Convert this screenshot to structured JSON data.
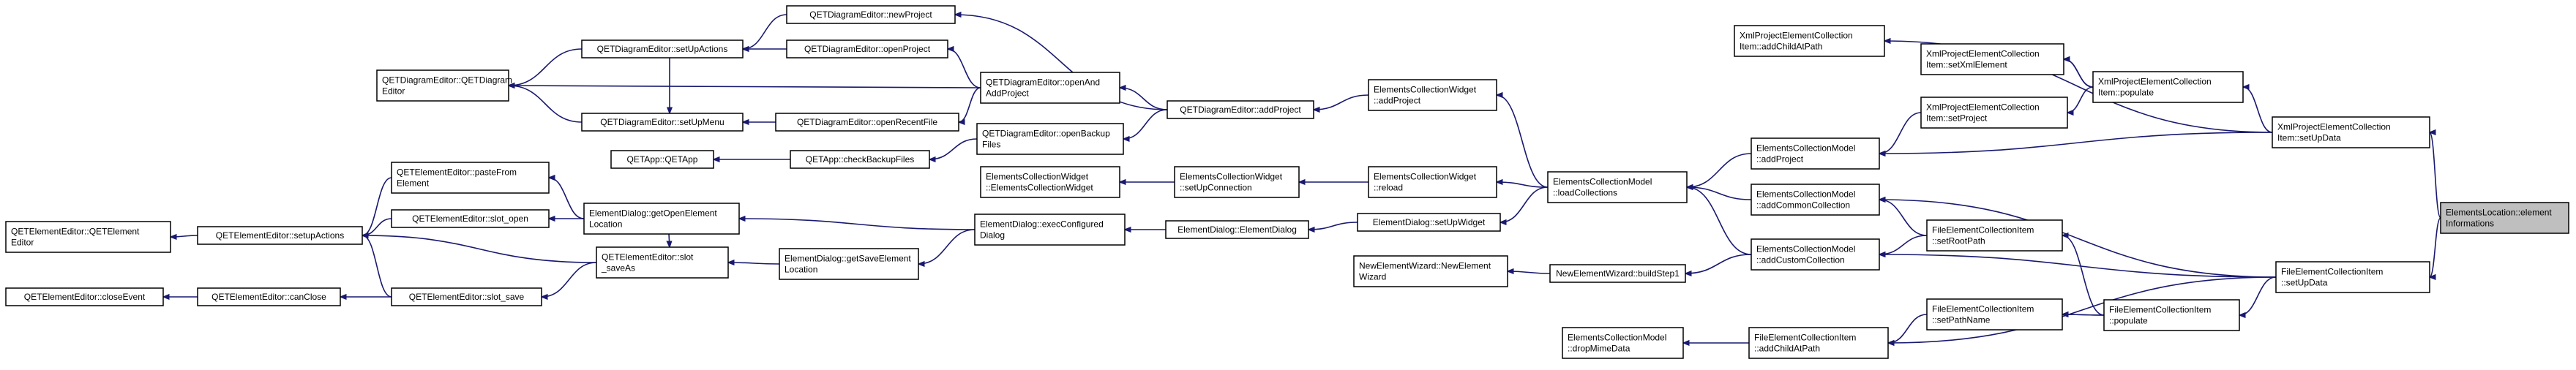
{
  "graph": {
    "colors": {
      "edge": "#191970",
      "node_border": "#000000",
      "selected_fill": "#bfbfbf",
      "background": "#ffffff"
    },
    "nodes": [
      {
        "id": "n1",
        "lines": [
          "QETDiagramEditor::newProject"
        ]
      },
      {
        "id": "n2",
        "lines": [
          "QETDiagramEditor::setUpActions"
        ]
      },
      {
        "id": "n3",
        "lines": [
          "QETDiagramEditor::openProject"
        ]
      },
      {
        "id": "n4",
        "lines": [
          "QETDiagramEditor::QETDiagram",
          "Editor"
        ]
      },
      {
        "id": "n5",
        "lines": [
          "QETDiagramEditor::openAnd",
          "AddProject"
        ]
      },
      {
        "id": "n6",
        "lines": [
          "QETDiagramEditor::setUpMenu"
        ]
      },
      {
        "id": "n7",
        "lines": [
          "QETDiagramEditor::openRecentFile"
        ]
      },
      {
        "id": "n8",
        "lines": [
          "QETDiagramEditor::addProject"
        ]
      },
      {
        "id": "n9",
        "lines": [
          "QETDiagramEditor::openBackup",
          "Files"
        ]
      },
      {
        "id": "n10",
        "lines": [
          "QETApp::QETApp"
        ]
      },
      {
        "id": "n11",
        "lines": [
          "QETApp::checkBackupFiles"
        ]
      },
      {
        "id": "n12",
        "lines": [
          "ElementsCollectionWidget",
          "::addProject"
        ]
      },
      {
        "id": "n13",
        "lines": [
          "QETElementEditor::pasteFrom",
          "Element"
        ]
      },
      {
        "id": "n14",
        "lines": [
          "QETElementEditor::slot_open"
        ]
      },
      {
        "id": "n15",
        "lines": [
          "ElementsCollectionWidget",
          "::ElementsCollectionWidget"
        ]
      },
      {
        "id": "n16",
        "lines": [
          "ElementsCollectionWidget",
          "::setUpConnection"
        ]
      },
      {
        "id": "n17",
        "lines": [
          "ElementsCollectionWidget",
          "::reload"
        ]
      },
      {
        "id": "n18",
        "lines": [
          "QETElementEditor::QETElement",
          "Editor"
        ]
      },
      {
        "id": "n19",
        "lines": [
          "QETElementEditor::setupActions"
        ]
      },
      {
        "id": "n20",
        "lines": [
          "ElementDialog::getOpenElement",
          "Location"
        ]
      },
      {
        "id": "n21",
        "lines": [
          "ElementDialog::execConfigured",
          "Dialog"
        ]
      },
      {
        "id": "n22",
        "lines": [
          "ElementDialog::ElementDialog"
        ]
      },
      {
        "id": "n23",
        "lines": [
          "ElementDialog::setUpWidget"
        ]
      },
      {
        "id": "n24",
        "lines": [
          "QETElementEditor::slot",
          "_saveAs"
        ]
      },
      {
        "id": "n25",
        "lines": [
          "ElementDialog::getSaveElement",
          "Location"
        ]
      },
      {
        "id": "n26",
        "lines": [
          "QETElementEditor::closeEvent"
        ]
      },
      {
        "id": "n27",
        "lines": [
          "QETElementEditor::canClose"
        ]
      },
      {
        "id": "n28",
        "lines": [
          "QETElementEditor::slot_save"
        ]
      },
      {
        "id": "n29",
        "lines": [
          "ElementsCollectionModel",
          "::loadCollections"
        ]
      },
      {
        "id": "n30",
        "lines": [
          "ElementsCollectionModel",
          "::addProject"
        ]
      },
      {
        "id": "n31",
        "lines": [
          "ElementsCollectionModel",
          "::addCommonCollection"
        ]
      },
      {
        "id": "n32",
        "lines": [
          "ElementsCollectionModel",
          "::addCustomCollection"
        ]
      },
      {
        "id": "n33",
        "lines": [
          "NewElementWizard::NewElement",
          "Wizard"
        ]
      },
      {
        "id": "n34",
        "lines": [
          "NewElementWizard::buildStep1"
        ]
      },
      {
        "id": "n35",
        "lines": [
          "ElementsCollectionModel",
          "::dropMimeData"
        ]
      },
      {
        "id": "n36",
        "lines": [
          "FileElementCollectionItem",
          "::addChildAtPath"
        ]
      },
      {
        "id": "n37",
        "lines": [
          "XmlProjectElementCollection",
          "Item::addChildAtPath"
        ]
      },
      {
        "id": "n38",
        "lines": [
          "XmlProjectElementCollection",
          "Item::setXmlElement"
        ]
      },
      {
        "id": "n39",
        "lines": [
          "XmlProjectElementCollection",
          "Item::setProject"
        ]
      },
      {
        "id": "n40",
        "lines": [
          "XmlProjectElementCollection",
          "Item::populate"
        ]
      },
      {
        "id": "n41",
        "lines": [
          "XmlProjectElementCollection",
          "Item::setUpData"
        ]
      },
      {
        "id": "n42",
        "lines": [
          "FileElementCollectionItem",
          "::setRootPath"
        ]
      },
      {
        "id": "n43",
        "lines": [
          "FileElementCollectionItem",
          "::setPathName"
        ]
      },
      {
        "id": "n44",
        "lines": [
          "FileElementCollectionItem",
          "::populate"
        ]
      },
      {
        "id": "n45",
        "lines": [
          "FileElementCollectionItem",
          "::setUpData"
        ]
      },
      {
        "id": "n46",
        "lines": [
          "ElementsLocation::element",
          "Informations"
        ],
        "selected": true
      }
    ],
    "edges": [
      [
        "n2",
        "n1"
      ],
      [
        "n2",
        "n3"
      ],
      [
        "n4",
        "n2"
      ],
      [
        "n4",
        "n5"
      ],
      [
        "n4",
        "n6"
      ],
      [
        "n6",
        "n2"
      ],
      [
        "n6",
        "n7"
      ],
      [
        "n3",
        "n5"
      ],
      [
        "n7",
        "n5"
      ],
      [
        "n1",
        "n8"
      ],
      [
        "n5",
        "n8"
      ],
      [
        "n9",
        "n8"
      ],
      [
        "n10",
        "n11"
      ],
      [
        "n11",
        "n9"
      ],
      [
        "n8",
        "n12"
      ],
      [
        "n12",
        "n29"
      ],
      [
        "n15",
        "n16"
      ],
      [
        "n16",
        "n17"
      ],
      [
        "n17",
        "n29"
      ],
      [
        "n18",
        "n19"
      ],
      [
        "n19",
        "n13"
      ],
      [
        "n19",
        "n14"
      ],
      [
        "n19",
        "n24"
      ],
      [
        "n19",
        "n28"
      ],
      [
        "n13",
        "n20"
      ],
      [
        "n14",
        "n20"
      ],
      [
        "n20",
        "n21"
      ],
      [
        "n24",
        "n20"
      ],
      [
        "n24",
        "n25"
      ],
      [
        "n25",
        "n21"
      ],
      [
        "n26",
        "n27"
      ],
      [
        "n27",
        "n28"
      ],
      [
        "n28",
        "n24"
      ],
      [
        "n21",
        "n22"
      ],
      [
        "n22",
        "n23"
      ],
      [
        "n23",
        "n29"
      ],
      [
        "n29",
        "n30"
      ],
      [
        "n29",
        "n31"
      ],
      [
        "n29",
        "n32"
      ],
      [
        "n33",
        "n34"
      ],
      [
        "n34",
        "n32"
      ],
      [
        "n30",
        "n39"
      ],
      [
        "n30",
        "n41"
      ],
      [
        "n39",
        "n40"
      ],
      [
        "n40",
        "n38"
      ],
      [
        "n38",
        "n40"
      ],
      [
        "n37",
        "n41"
      ],
      [
        "n40",
        "n41"
      ],
      [
        "n31",
        "n42"
      ],
      [
        "n31",
        "n45"
      ],
      [
        "n32",
        "n42"
      ],
      [
        "n32",
        "n45"
      ],
      [
        "n42",
        "n44"
      ],
      [
        "n44",
        "n43"
      ],
      [
        "n43",
        "n44"
      ],
      [
        "n44",
        "n45"
      ],
      [
        "n35",
        "n36"
      ],
      [
        "n36",
        "n43"
      ],
      [
        "n36",
        "n45"
      ],
      [
        "n41",
        "n46"
      ],
      [
        "n45",
        "n46"
      ]
    ]
  }
}
